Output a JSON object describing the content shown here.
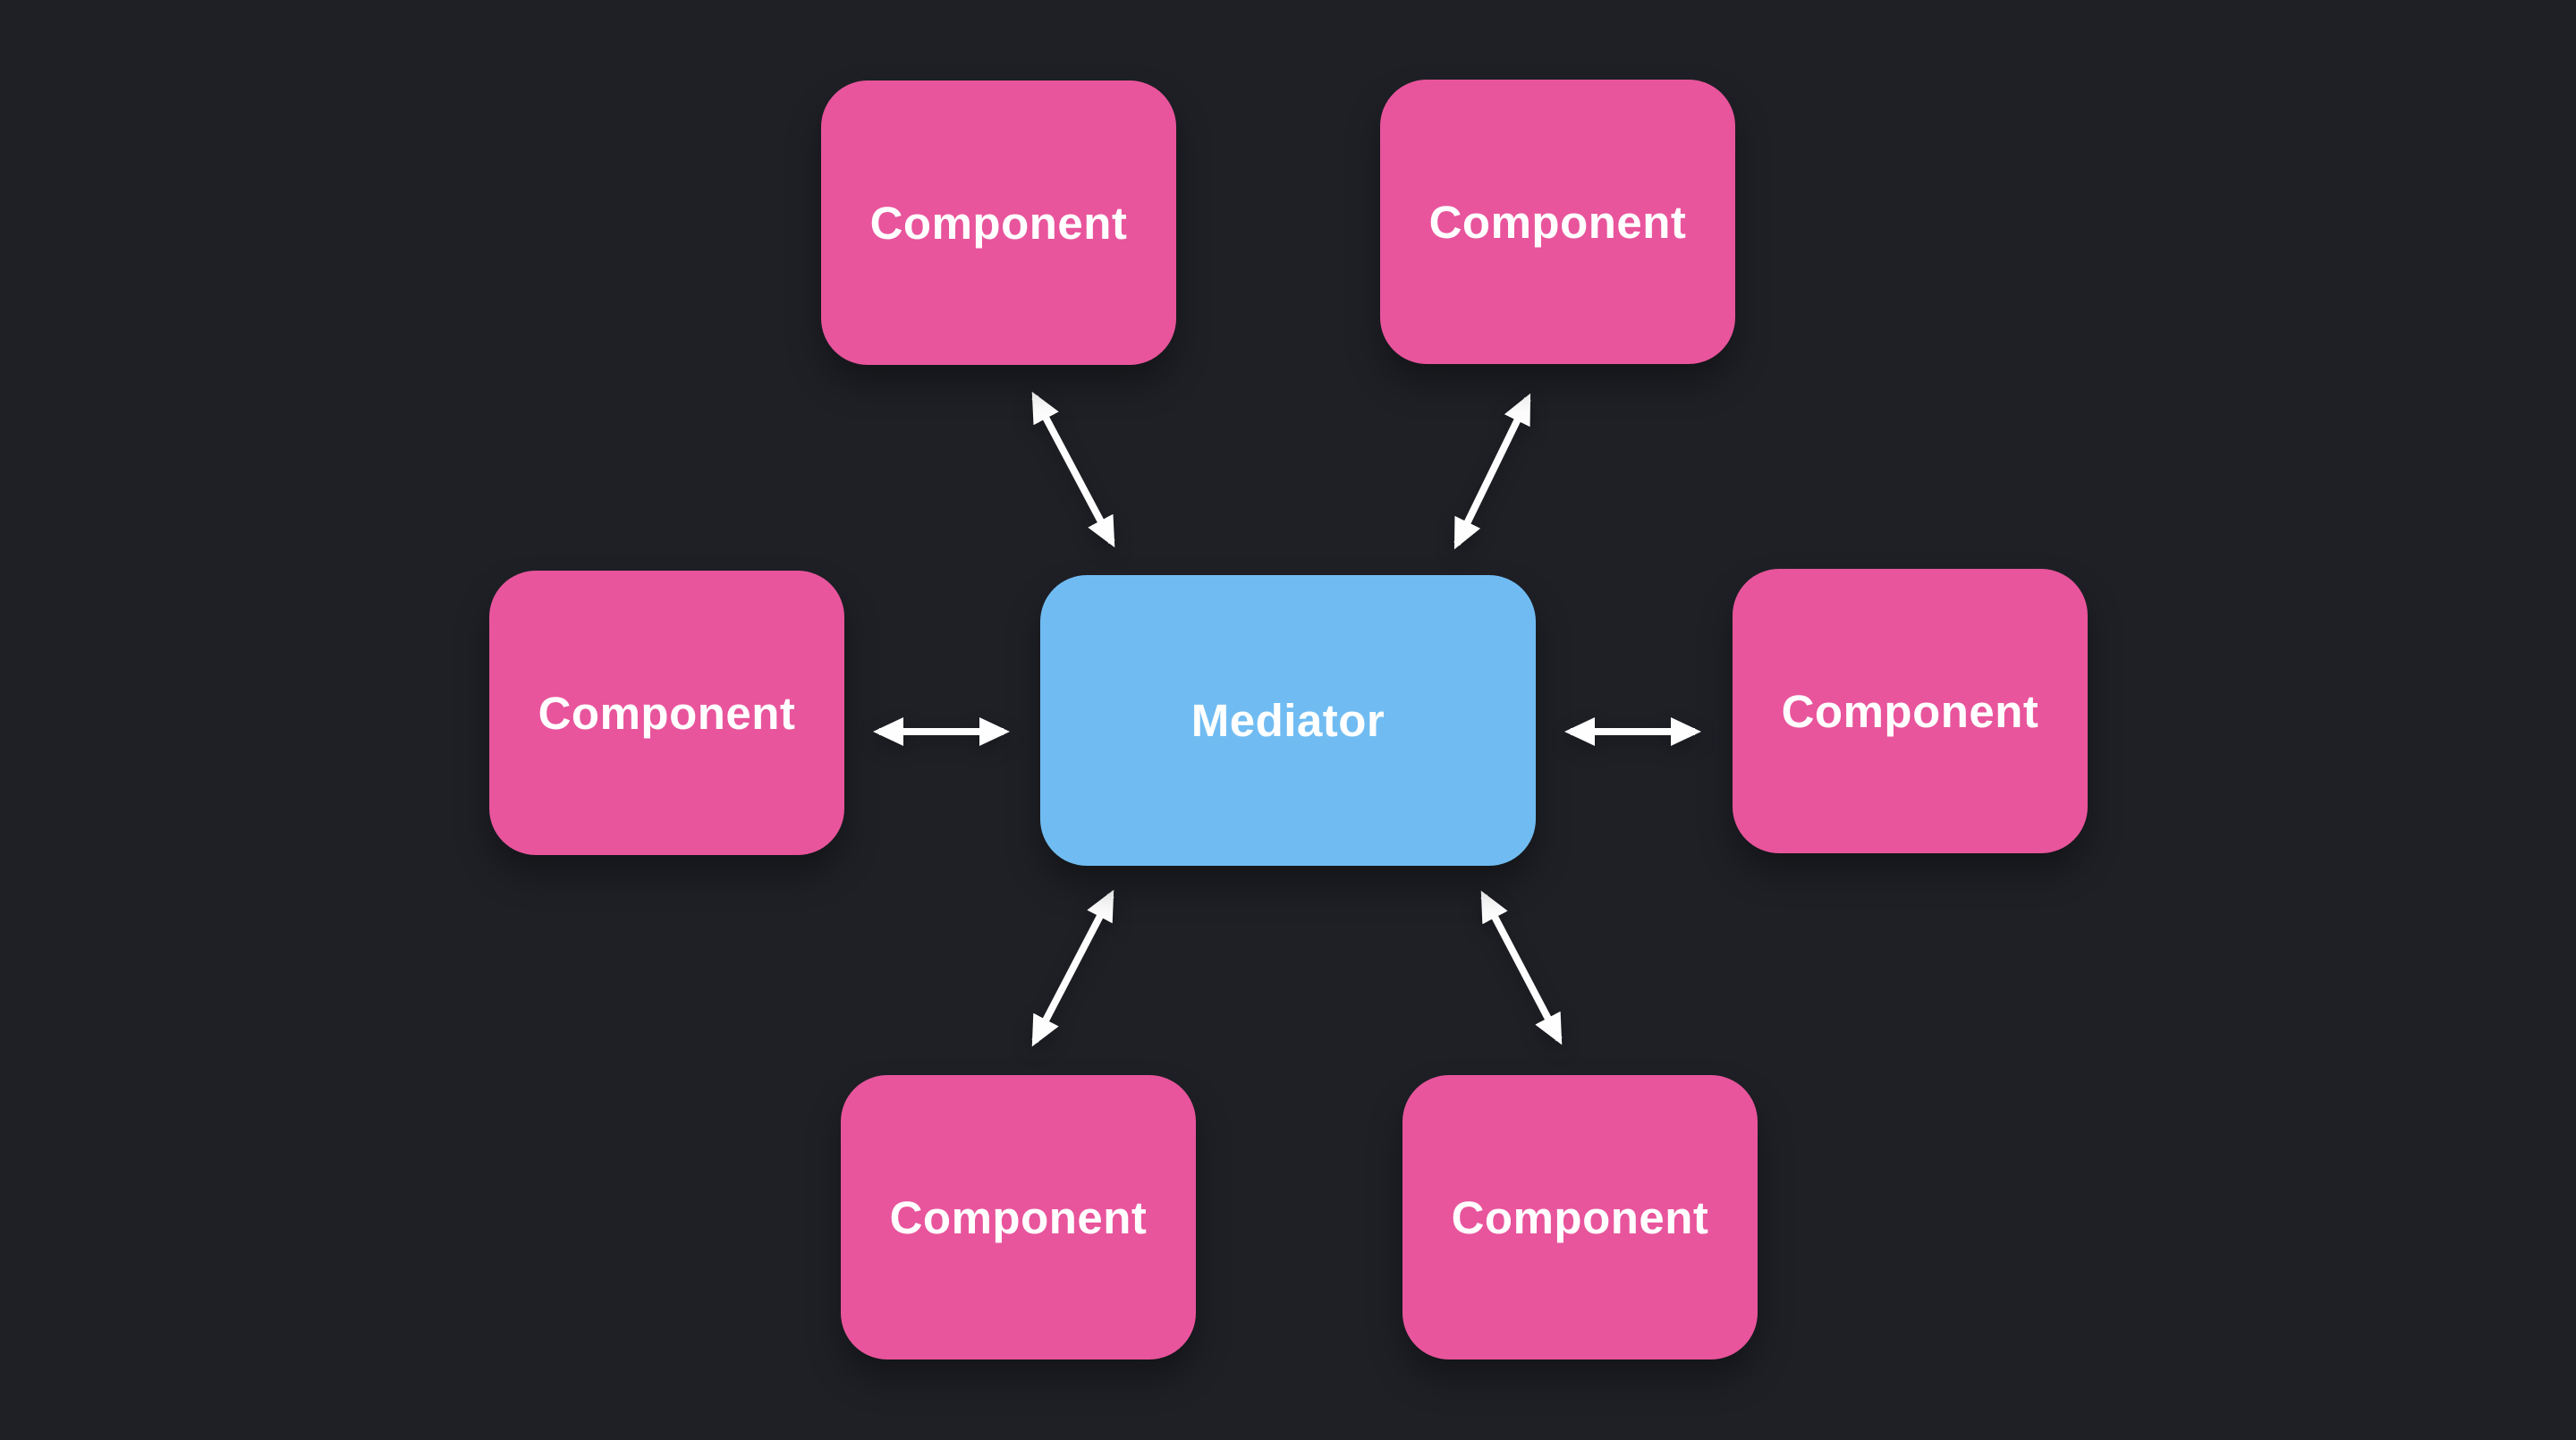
{
  "theme": {
    "background": "#1f2026",
    "component-fill": "#e8559c",
    "mediator-fill": "#70bcf2",
    "arrow-color": "#fefefe",
    "label-color": "#ffffff"
  },
  "diagram": {
    "mediator": {
      "id": "mediator",
      "label": "Mediator"
    },
    "components": [
      {
        "id": "component-top-left",
        "label": "Component"
      },
      {
        "id": "component-top-right",
        "label": "Component"
      },
      {
        "id": "component-left",
        "label": "Component"
      },
      {
        "id": "component-right",
        "label": "Component"
      },
      {
        "id": "component-bottom-left",
        "label": "Component"
      },
      {
        "id": "component-bottom-right",
        "label": "Component"
      }
    ],
    "connections": [
      {
        "from": "mediator",
        "to": "component-top-left",
        "bidirectional": true
      },
      {
        "from": "mediator",
        "to": "component-top-right",
        "bidirectional": true
      },
      {
        "from": "mediator",
        "to": "component-left",
        "bidirectional": true
      },
      {
        "from": "mediator",
        "to": "component-right",
        "bidirectional": true
      },
      {
        "from": "mediator",
        "to": "component-bottom-left",
        "bidirectional": true
      },
      {
        "from": "mediator",
        "to": "component-bottom-right",
        "bidirectional": true
      }
    ]
  }
}
